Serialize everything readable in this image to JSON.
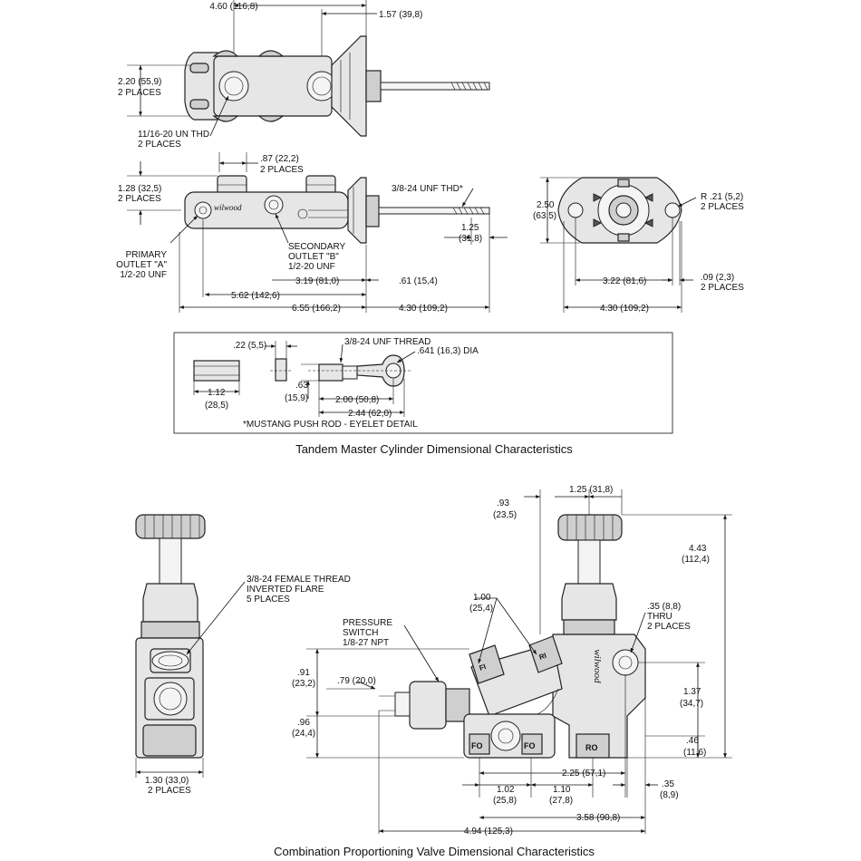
{
  "captions": {
    "master": "Tandem Master Cylinder Dimensional Characteristics",
    "valve": "Combination Proportioning Valve Dimensional Characteristics"
  },
  "brand": "wilwood",
  "master_top": {
    "d1": "4.60 (116,8)",
    "d2": "1.57 (39,8)",
    "d3a": "2.20 (55,9)",
    "d3b": "2 PLACES",
    "d4a": "11/16-20 UN THD",
    "d4b": "2 PLACES"
  },
  "master_side": {
    "d1a": ".87 (22,2)",
    "d1b": "2 PLACES",
    "d2a": "1.28 (32,5)",
    "d2b": "2 PLACES",
    "d3": "3/8-24 UNF THD*",
    "d4a": "1.25",
    "d4b": "(31,8)",
    "p1": "PRIMARY",
    "p2": "OUTLET \"A\"",
    "p3": "1/2-20 UNF",
    "s1": "SECONDARY",
    "s2": "OUTLET \"B\"",
    "s3": "1/2-20 UNF",
    "d5": "3.19 (81,0)",
    "d6": ".61 (15,4)",
    "d7": "5.62 (142,6)",
    "d8": "6.55 (166,2)",
    "d9": "4.30 (109,2)"
  },
  "master_end": {
    "d1a": "2.50",
    "d1b": "(63,5)",
    "d2a": "R .21 (5,2)",
    "d2b": "2 PLACES",
    "d3": "3.22 (81,6)",
    "d4a": ".09 (2,3)",
    "d4b": "2 PLACES",
    "d5": "4.30 (109,2)"
  },
  "pushrod": {
    "d1": ".22 (5,5)",
    "d2": "3/8-24 UNF THREAD",
    "d3": ".641 (16,3) DIA",
    "d4a": "1.12",
    "d4b": "(28,5)",
    "d5a": ".63",
    "d5b": "(15,9)",
    "d6": "2.00 (50,8)",
    "d7": "2.44 (62,0)",
    "note": "*MUSTANG PUSH ROD - EYELET DETAIL"
  },
  "valve_left": {
    "t1": "3/8-24 FEMALE THREAD",
    "t2": "INVERTED FLARE",
    "t3": "5 PLACES",
    "d1a": "1.30 (33,0)",
    "d1b": "2 PLACES"
  },
  "valve_right": {
    "d1a": ".93",
    "d1b": "(23,5)",
    "d2": "1.25 (31,8)",
    "d3a": "4.43",
    "d3b": "(112,4)",
    "d4a": "1.00",
    "d4b": "(25,4)",
    "d5a": ".35 (8,8)",
    "d5b": "THRU",
    "d5c": "2 PLACES",
    "ps1": "PRESSURE",
    "ps2": "SWITCH",
    "ps3": "1/8-27 NPT",
    "d6a": ".91",
    "d6b": "(23,2)",
    "d7": ".79 (20,0)",
    "d8a": "1.37",
    "d8b": "(34,7)",
    "d9a": ".96",
    "d9b": "(24,4)",
    "d10a": ".46",
    "d10b": "(11,6)",
    "d11": "2.25 (57,1)",
    "d12a": "1.02",
    "d12b": "(25,8)",
    "d13a": "1.10",
    "d13b": "(27,8)",
    "d14a": ".35",
    "d14b": "(8,9)",
    "d15": "3.58 (90,8)",
    "d16": "4.94 (125,3)",
    "port_fi": "FI",
    "port_ri": "RI",
    "port_fo1": "FO",
    "port_fo2": "FO",
    "port_ro": "RO"
  }
}
